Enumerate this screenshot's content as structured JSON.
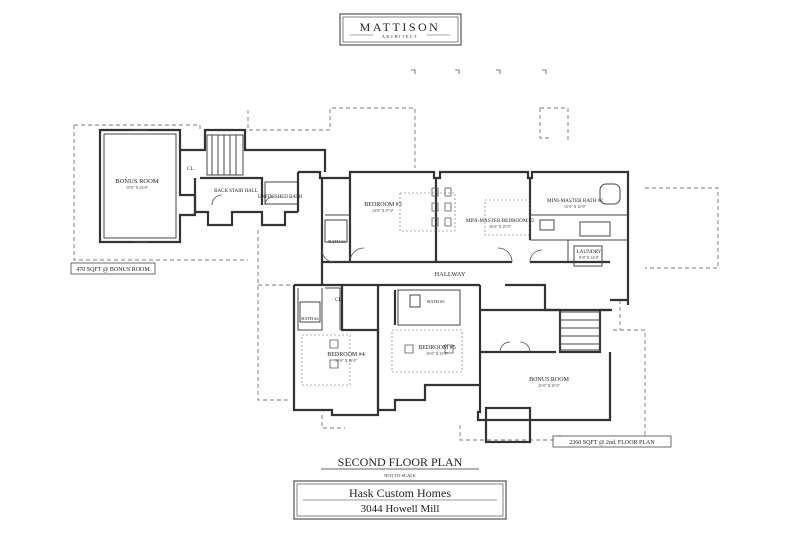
{
  "brand": {
    "name": "MATTISON",
    "tagline": "ARCHITECT"
  },
  "rooms": {
    "bonus_room_left": {
      "name": "BONUS ROOM",
      "dims": "13'-0\" X 23'-0\""
    },
    "closet_small": {
      "name": "CL."
    },
    "back_stair_hall": {
      "name": "BACK STAIR HALL"
    },
    "unfinished_bath": {
      "name": "UNFINISHED BATH"
    },
    "bedroom_3": {
      "name": "BEDROOM #3",
      "dims": "14'-0\" X 17'-0\""
    },
    "bath_3": {
      "name": "BATH #3"
    },
    "mini_master_bedroom_2": {
      "name": "MINI-MASTER BEDROOM #2",
      "dims": "16'-0\" X 15'-0\""
    },
    "mini_master_bath_2": {
      "name": "MINI-MASTER BATH #2",
      "dims": "13'-0\" X 12'-0\""
    },
    "laundry": {
      "name": "LAUNDRY",
      "dims": "8'-0\" X 14'-0\""
    },
    "hallway": {
      "name": "HALLWAY"
    },
    "closet_mid": {
      "name": "CL."
    },
    "bath_4": {
      "name": "BATH #4"
    },
    "bath_5": {
      "name": "BATH #5"
    },
    "bedroom_4": {
      "name": "BEDROOM #4",
      "dims": "14'-6\" X 16'-0\""
    },
    "bedroom_5": {
      "name": "BEDROOM #5",
      "dims": "15'-0\" X 13'-0\""
    },
    "bonus_room_right": {
      "name": "BONUS ROOM",
      "dims": "25'-0\" X 15'-0\""
    }
  },
  "callouts": {
    "bonus_sqft": "470 SQFT @ BONUS ROOM",
    "floor_sqft": "2360 SQFT @ 2nd. FLOOR PLAN"
  },
  "title_block": {
    "title": "SECOND FLOOR PLAN",
    "subtitle": "NOT TO SCALE",
    "client": "Hask Custom Homes",
    "address": "3044 Howell Mill"
  }
}
